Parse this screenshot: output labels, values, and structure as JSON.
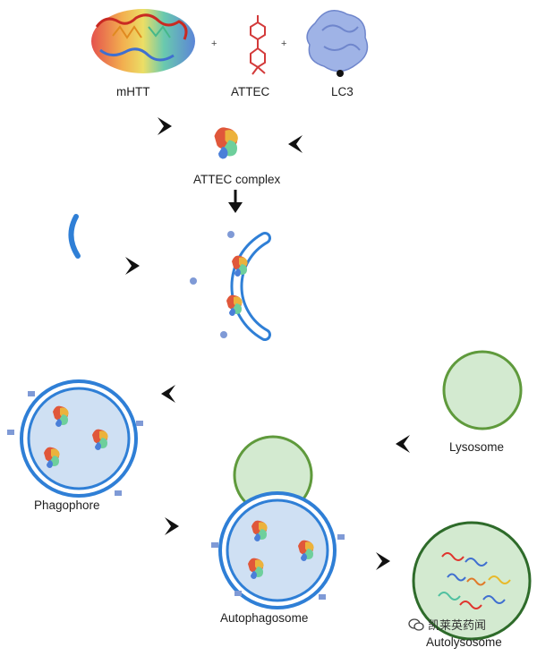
{
  "labels": {
    "mhtt": "mHTT",
    "attec": "ATTEC",
    "lc3": "LC3",
    "complex": "ATTEC complex",
    "phagophore": "Phagophore",
    "lysosome": "Lysosome",
    "autophagosome": "Autophagosome",
    "autolysosome": "Autolysosome"
  },
  "operators": {
    "plus": "+"
  },
  "watermark": {
    "text": "凯莱英药闻"
  },
  "colors": {
    "membrane": "#2f7fd6",
    "lumen": "#cfe0f3",
    "lysosome_fill": "#d3ead0",
    "lysosome_stroke": "#5f9a3c",
    "lc3": "#7f9ad6",
    "arrow": "#111111"
  }
}
